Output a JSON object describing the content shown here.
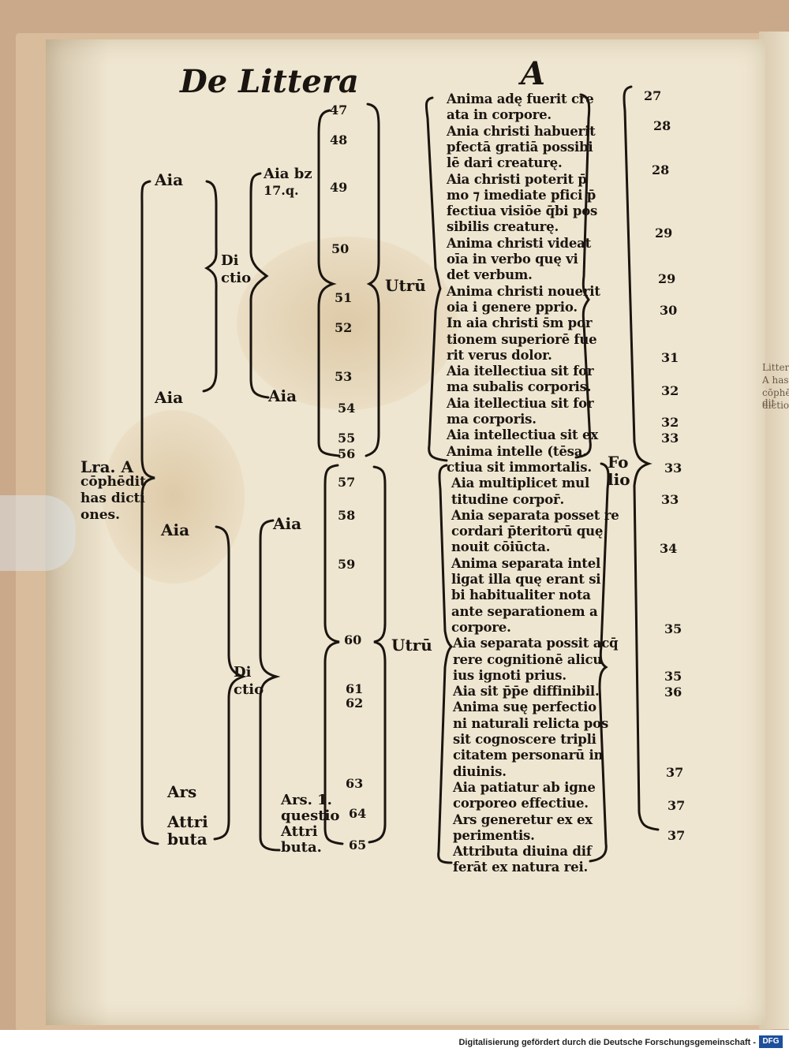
{
  "heading": {
    "left": "De Littera",
    "right": "A"
  },
  "tree": {
    "root": [
      "Lra. A",
      "cōphēdit",
      "has dicti",
      "ones."
    ],
    "upper": {
      "aia1": "Aia",
      "dictio": [
        "Di",
        "ctio"
      ],
      "aia_bz": [
        "Aia bz",
        "17.q."
      ],
      "aia2": "Aia",
      "aia3": "Aia",
      "utru": "Utrū"
    },
    "lower": {
      "aia": "Aia",
      "aia2": "Aia",
      "dictio": [
        "Di",
        "ctio"
      ],
      "ars": "Ars",
      "attributa": [
        "Attri",
        "buta"
      ],
      "ars_q": [
        "Ars. 1.",
        "questio"
      ],
      "attributa2": [
        "Attri",
        "buta."
      ],
      "utru": "Utrū"
    }
  },
  "question_numbers": [
    "47",
    "48",
    "49",
    "50",
    "51",
    "52",
    "53",
    "54",
    "55",
    "56",
    "57",
    "58",
    "59",
    "60",
    "61",
    "62",
    "63",
    "64",
    "65"
  ],
  "questions": [
    "Anima adę fuerit cre",
    "ata in corpore.",
    "Ania christi habuerit",
    "pfectā gratiā possibi",
    "lē dari creaturę.",
    "Aia christi poterit p̄",
    "mo ⁊ imediate pfici p̄",
    "fectiua visiōe q̄bi pos",
    "sibilis creaturę.",
    "Anima christi videat",
    "oīa in verbo quę vi",
    "det verbum.",
    "Anima christi nouerit",
    "oia i genere pprio.",
    "In aia christi s̄m por",
    "tionem superiorē fue",
    "rit verus dolor.",
    "Aia itellectiua sit for",
    "ma subalis corporis.",
    "Aia itellectiua sit for",
    "ma corporis.",
    "Aia intellectiua sit ex",
    "Anima intelle (tēsa.",
    "ctiua sit immortalis.",
    "Aia multiplicet mul",
    "titudine corpor̄.",
    "Ania separata posset re",
    "cordari p̄teritorū quę",
    "nouit cōiūcta.",
    "Anima separata intel",
    "ligat illa quę erant si",
    "bi habitualiter nota",
    "ante separationem a",
    "corpore.",
    "Aia separata possit acq̄",
    "rere cognitionē alicu",
    "ius ignoti prius.",
    "Aia sit p̄p̄e diffinibil.",
    "Anima suę perfectio",
    "ni naturali relicta pos",
    "sit cognoscere tripli",
    "citatem personarū in",
    "diuinis.",
    "Aia patiatur ab igne",
    "corporeo effectiue.",
    "Ars generetur ex ex",
    "perimentis.",
    "Attributa diuina dif",
    "ferāt ex natura rei."
  ],
  "folio_label": [
    "Fo",
    "lio"
  ],
  "folio_numbers": [
    "27",
    "28",
    "28",
    "29",
    "29",
    "30",
    "31",
    "32",
    "32",
    "33",
    "33",
    "33",
    "34",
    "35",
    "35",
    "36",
    "37",
    "37",
    "37"
  ],
  "edge_text": [
    "Littera",
    "A has",
    "cōphē dit",
    "dictiones"
  ],
  "footer": {
    "credit": "Digitalisierung gefördert durch die Deutsche Forschungsgemeinschaft -",
    "logo": "DFG"
  }
}
